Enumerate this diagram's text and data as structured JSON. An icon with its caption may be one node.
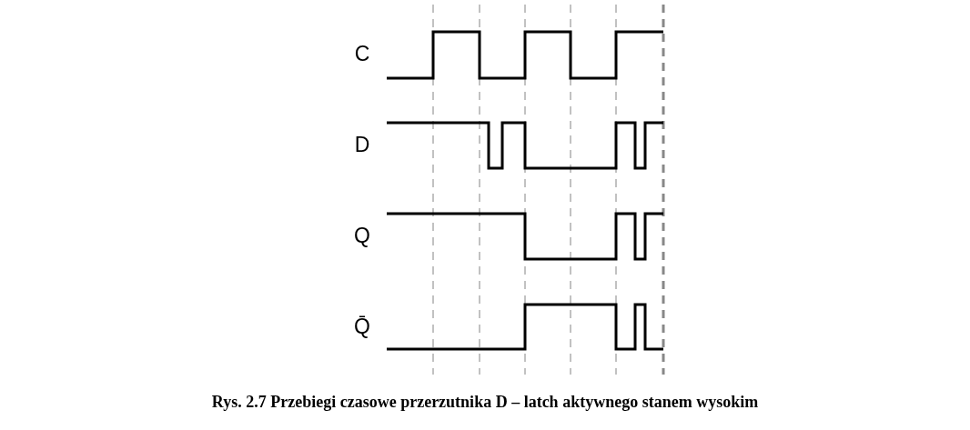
{
  "diagram": {
    "caption": "Rys. 2.7 Przebiegi czasowe przerzutnika D – latch aktywnego stanem wysokim",
    "labels": [
      "C",
      "D",
      "Q",
      "Q̄"
    ]
  }
}
